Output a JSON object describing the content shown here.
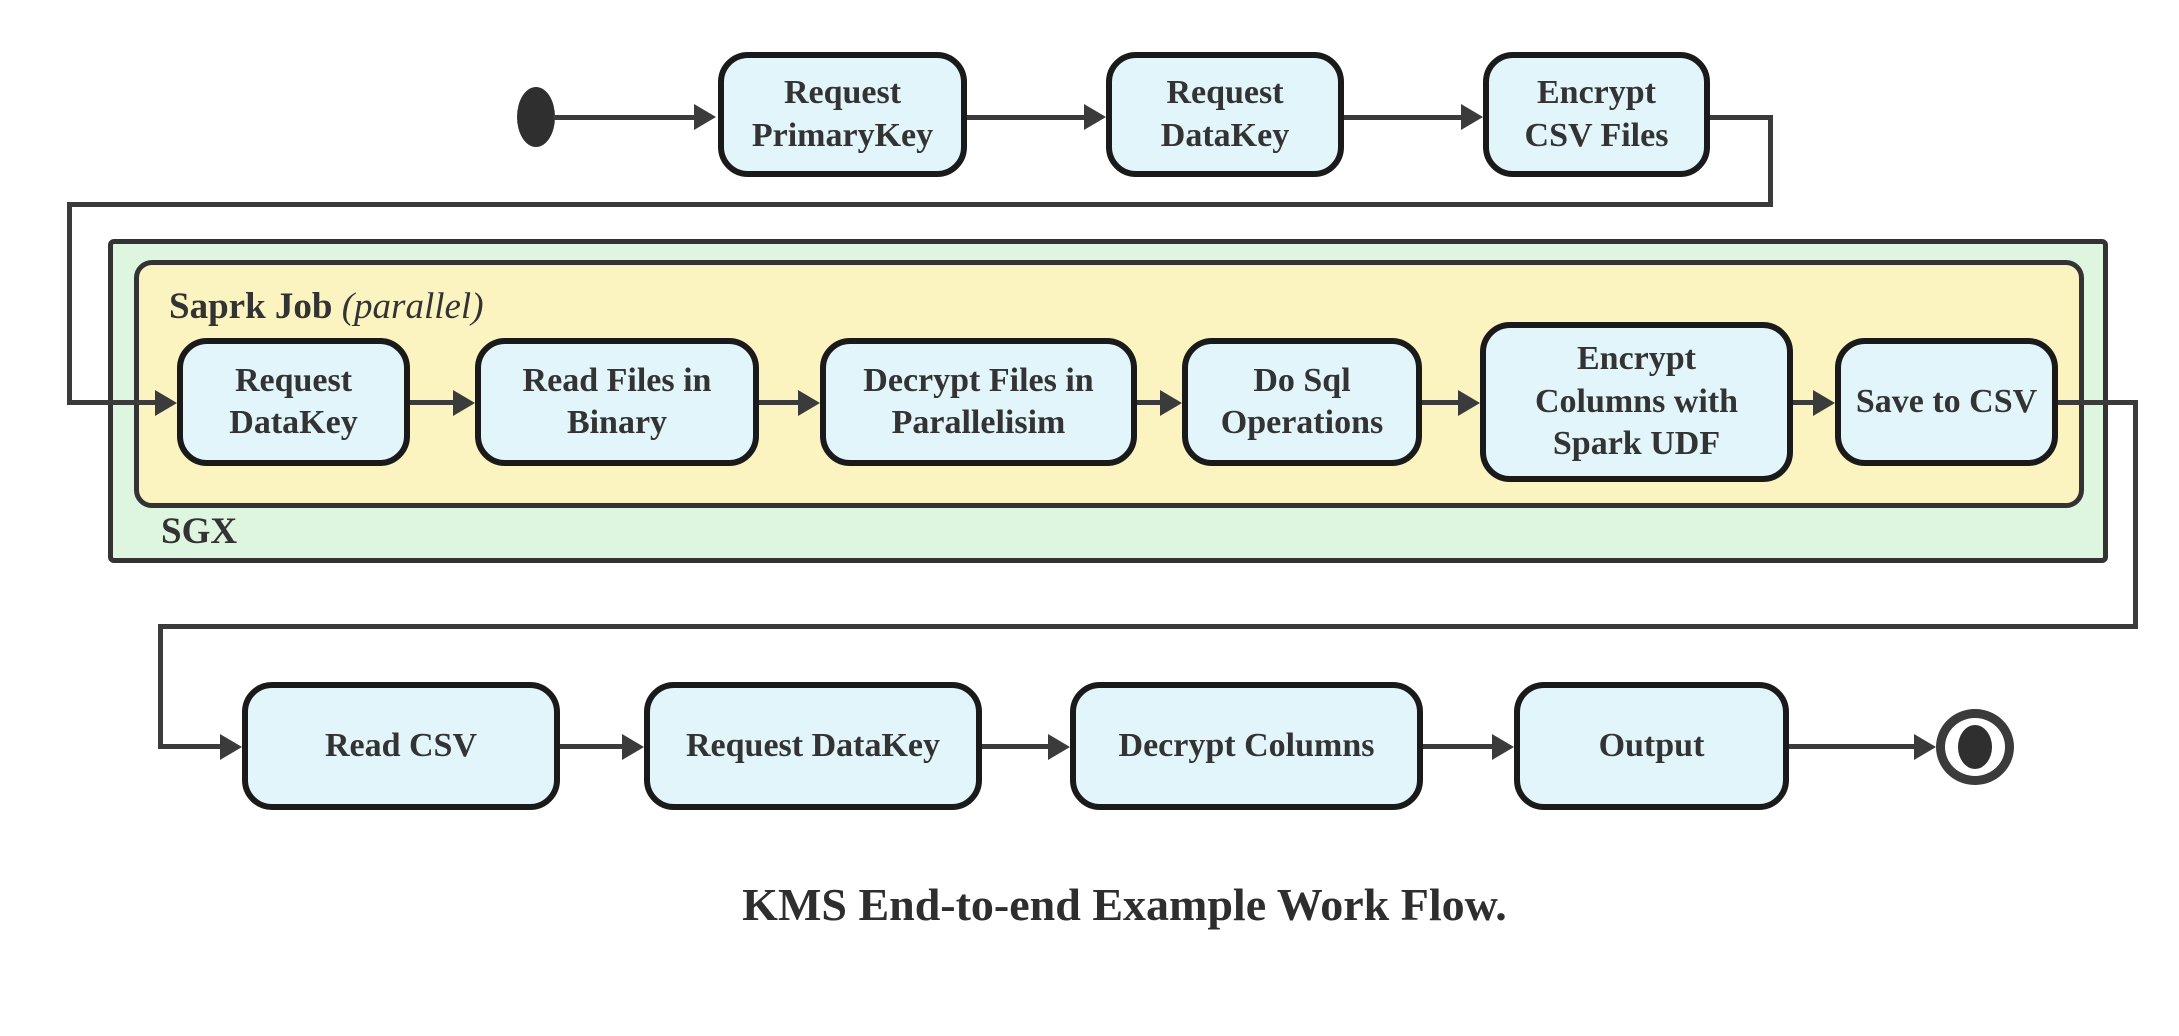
{
  "diagram": {
    "caption": "KMS End-to-end Example Work Flow.",
    "icons": {
      "start": "filled-circle",
      "end": "ring-with-filled-dot",
      "arrow": "solid-right-triangle"
    },
    "containers": {
      "sgx_label": "SGX",
      "spark_label": "Saprk Job",
      "spark_label_suffix": "(parallel)"
    },
    "top_row": [
      {
        "label": "Request\nPrimaryKey"
      },
      {
        "label": "Request\nDataKey"
      },
      {
        "label": "Encrypt\nCSV Files"
      }
    ],
    "spark_row": [
      {
        "label": "Request\nDataKey"
      },
      {
        "label": "Read Files in\nBinary"
      },
      {
        "label": "Decrypt Files in\nParallelisim"
      },
      {
        "label": "Do Sql\nOperations"
      },
      {
        "label": "Encrypt\nColumns with\nSpark UDF"
      },
      {
        "label": "Save to CSV"
      }
    ],
    "bottom_row": [
      {
        "label": "Read CSV"
      },
      {
        "label": "Request DataKey"
      },
      {
        "label": "Decrypt Columns"
      },
      {
        "label": "Output"
      }
    ],
    "colors": {
      "node_fill": "#E1F5FA",
      "node_border": "#1A1A1A",
      "edge": "#3B3B3B",
      "text": "#333333",
      "sgx_fill": "#DEF5E0",
      "sgx_border": "#333333",
      "spark_fill": "#FBF4C1",
      "spark_border": "#333333",
      "start_fill": "#2F2F2F"
    }
  }
}
